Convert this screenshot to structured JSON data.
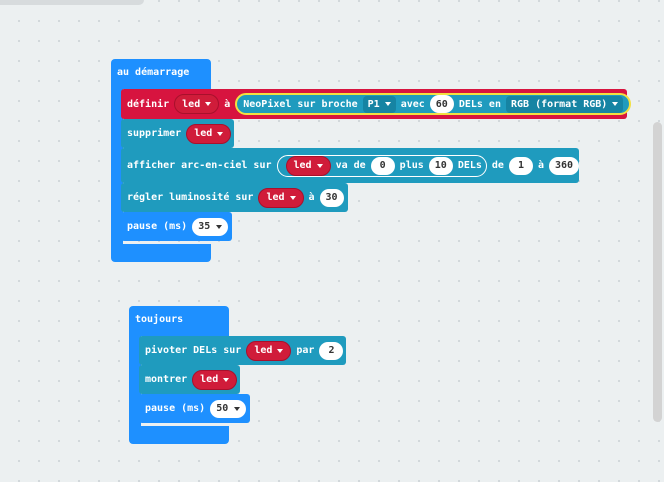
{
  "start": {
    "hat_label": "au démarrage",
    "set": {
      "label": "définir",
      "variable": "led",
      "to": "à",
      "neopixel": {
        "label": "NeoPixel sur broche",
        "pin": "P1",
        "with": "avec",
        "count": "60",
        "leds": "DELs en",
        "mode": "RGB (format RGB)"
      }
    },
    "clear": {
      "label": "supprimer",
      "variable": "led"
    },
    "rainbow": {
      "label": "afficher arc-en-ciel sur",
      "variable": "led",
      "from_label": "va de",
      "from": "0",
      "plus": "plus",
      "plus_value": "10",
      "dels": "DELs",
      "de": "de",
      "hue_start": "1",
      "a": "à",
      "hue_end": "360"
    },
    "brightness": {
      "label": "régler luminosité sur",
      "variable": "led",
      "a": "à",
      "value": "30"
    },
    "pause": {
      "label": "pause (ms)",
      "value": "35"
    }
  },
  "forever": {
    "hat_label": "toujours",
    "rotate": {
      "label": "pivoter DELs sur",
      "variable": "led",
      "by": "par",
      "value": "2"
    },
    "show": {
      "label": "montrer",
      "variable": "led"
    },
    "pause": {
      "label": "pause (ms)",
      "value": "50"
    }
  },
  "colors": {
    "event": "#1e90ff",
    "neopixel": "#1f9bbe",
    "variable": "#d01c3a",
    "highlight": "#f2e040"
  }
}
